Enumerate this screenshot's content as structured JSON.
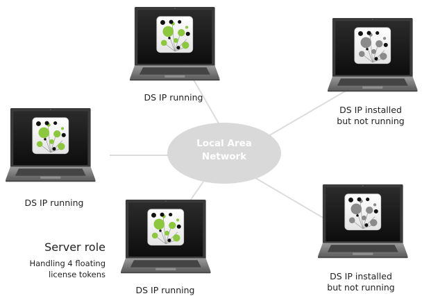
{
  "hub": {
    "line1": "Local Area",
    "line2": "Network"
  },
  "nodes": [
    {
      "label": "DS IP running",
      "status": "running"
    },
    {
      "label": "DS IP installed\nbut not running",
      "status": "installed"
    },
    {
      "label": "DS IP running",
      "status": "running"
    },
    {
      "label": "DS IP running",
      "status": "running"
    },
    {
      "label": "DS IP installed\nbut not running",
      "status": "installed"
    }
  ],
  "server": {
    "title": "Server role",
    "description": "Handling 4 floating\nlicense tokens"
  },
  "colors": {
    "hub_fill": "#d9d9d9",
    "connector": "#dcdcdc",
    "running_accent": "#8dc63f",
    "installed_accent": "#8a8a8a",
    "laptop_body": "#3a3a3a",
    "screen": "#141414"
  }
}
